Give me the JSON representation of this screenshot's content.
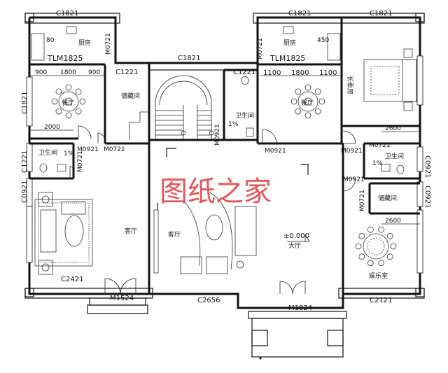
{
  "watermark": "图纸之家",
  "windows": {
    "top_left": "C1821",
    "top_center": "C1821",
    "top_right_1": "C1821",
    "top_right_2": "C1821",
    "left_1": "C1821",
    "left_2": "C1221",
    "left_3": "C0921",
    "inner_1": "C1221",
    "inner_2": "C1221",
    "right_1": "C0921",
    "right_2": "C0921",
    "bottom_left": "C2421",
    "bottom_center": "C2656",
    "bottom_right": "C2121"
  },
  "doors": {
    "m0721_top_left": "M0721",
    "m0721_top_right": "M0721",
    "m0921_left": "M0921",
    "m0721_left": "M0721",
    "m0721_wc_left": "M0721",
    "m0921_stair": "M0921",
    "m0921_center": "M0921",
    "m0921_right": "M0921",
    "m0721_right": "M0721",
    "m0921_right_lower": "M0921",
    "m0721_storage_right": "M0721",
    "m1524": "M1524",
    "m1824": "M1824"
  },
  "sliding": {
    "left": "TLM1825",
    "right": "TLM1825"
  },
  "dims": {
    "left_a": "900",
    "left_b": "1800",
    "left_c": "900",
    "right_a": "1100",
    "right_b": "1800",
    "right_c": "1100",
    "width_2000": "2000",
    "width_2600_a": "2600",
    "width_2600_b": "2600",
    "d80": "80",
    "d450": "450"
  },
  "rooms": {
    "kitchen_left": "厨房",
    "kitchen_right": "厨房",
    "dining_left": "餐厅",
    "dining_right": "餐厅",
    "storage_left": "储藏间",
    "storage_right": "储藏间",
    "wc_left": "卫生间",
    "wc_center": "卫生间",
    "wc_right": "卫生间",
    "living_left": "客厅",
    "living_center": "客厅",
    "hall": "大厅",
    "elder_room": "长辈房",
    "entertain": "娱乐室"
  },
  "level": "±0.000",
  "slope_a": "1%",
  "slope_b": "1%",
  "slope_c": "1%"
}
